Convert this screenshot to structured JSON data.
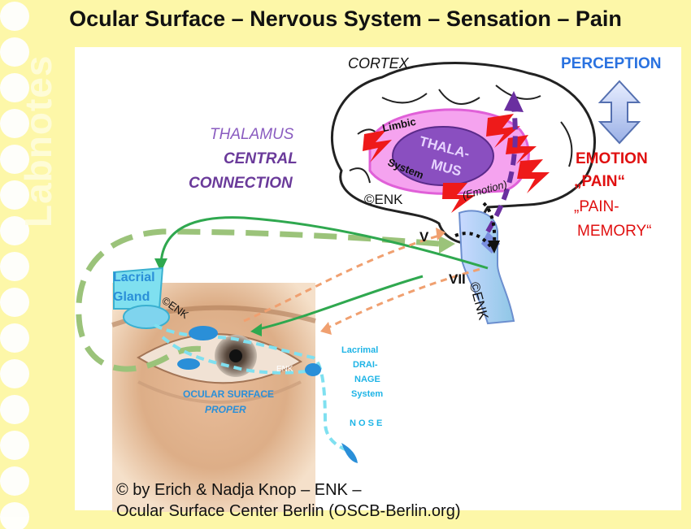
{
  "title": "Ocular Surface – Nervous System – Sensation – Pain",
  "watermark": "Labnotes",
  "labels": {
    "cortex": "CORTEX",
    "perception": "PERCEPTION",
    "thalamus_1": "THALAMUS",
    "thalamus_2": "CENTRAL",
    "thalamus_3": "CONNECTION",
    "limbic": "Limbic",
    "system": "System",
    "thala_1": "THALA-",
    "thala_2": "MUS",
    "emotion_paren": "(Emotion)",
    "enk_brain": "©ENK",
    "emotion": "EMOTION",
    "pain": "„PAIN“",
    "pain_memory_1": "„PAIN-",
    "pain_memory_2": "MEMORY“",
    "nerve_v": "V",
    "nerve_vii": "VII",
    "enk_stem": "©ENK",
    "lacrial_1": "Lacrial",
    "lacrial_2": "Gland",
    "enk_eye": "©ENK",
    "enk_small": "ENK",
    "ocular_surface": "OCULAR SURFACE",
    "proper": "PROPER",
    "drainage_1": "Lacrimal",
    "drainage_2": "DRAI-",
    "drainage_3": "NAGE",
    "drainage_4": "System",
    "nose": "N O S E"
  },
  "credit": {
    "line1": "© by Erich & Nadja Knop – ENK –",
    "line2": "Ocular Surface Center Berlin (OSCB-Berlin.org)"
  },
  "colors": {
    "background": "#fdf7a8",
    "panel": "#ffffff",
    "purple": "#7a3fa0",
    "blue_text": "#2a72e0",
    "red_text": "#e01010",
    "cyan_text": "#1eb4e6",
    "green": "#2fa84f",
    "light_green": "#9bc37a",
    "orange": "#f0a070"
  }
}
